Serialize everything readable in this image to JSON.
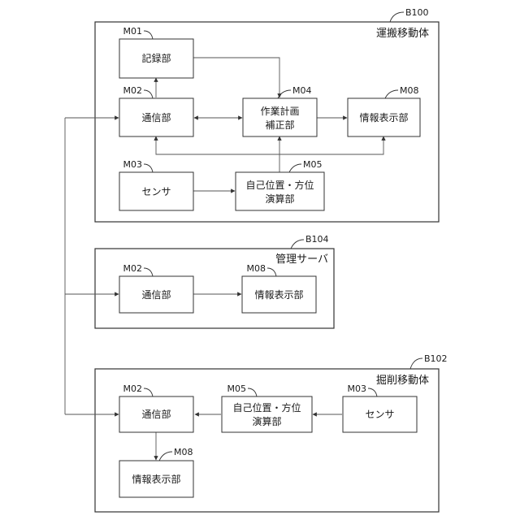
{
  "groups": {
    "b100": {
      "ref": "B100",
      "title": "運搬移動体"
    },
    "b104": {
      "ref": "B104",
      "title": "管理サーバ"
    },
    "b102": {
      "ref": "B102",
      "title": "掘削移動体"
    }
  },
  "boxes": {
    "b100_record": {
      "ref": "M01",
      "lines": [
        "記録部"
      ]
    },
    "b100_comm": {
      "ref": "M02",
      "lines": [
        "通信部"
      ]
    },
    "b100_sensor": {
      "ref": "M03",
      "lines": [
        "センサ"
      ]
    },
    "b100_plan": {
      "ref": "M04",
      "lines": [
        "作業計画",
        "補正部"
      ]
    },
    "b100_posecalc": {
      "ref": "M05",
      "lines": [
        "自己位置・方位",
        "演算部"
      ]
    },
    "b100_display": {
      "ref": "M08",
      "lines": [
        "情報表示部"
      ]
    },
    "b104_comm": {
      "ref": "M02",
      "lines": [
        "通信部"
      ]
    },
    "b104_display": {
      "ref": "M08",
      "lines": [
        "情報表示部"
      ]
    },
    "b102_comm": {
      "ref": "M02",
      "lines": [
        "通信部"
      ]
    },
    "b102_posecalc": {
      "ref": "M05",
      "lines": [
        "自己位置・方位",
        "演算部"
      ]
    },
    "b102_sensor": {
      "ref": "M03",
      "lines": [
        "センサ"
      ]
    },
    "b102_display": {
      "ref": "M08",
      "lines": [
        "情報表示部"
      ]
    }
  }
}
